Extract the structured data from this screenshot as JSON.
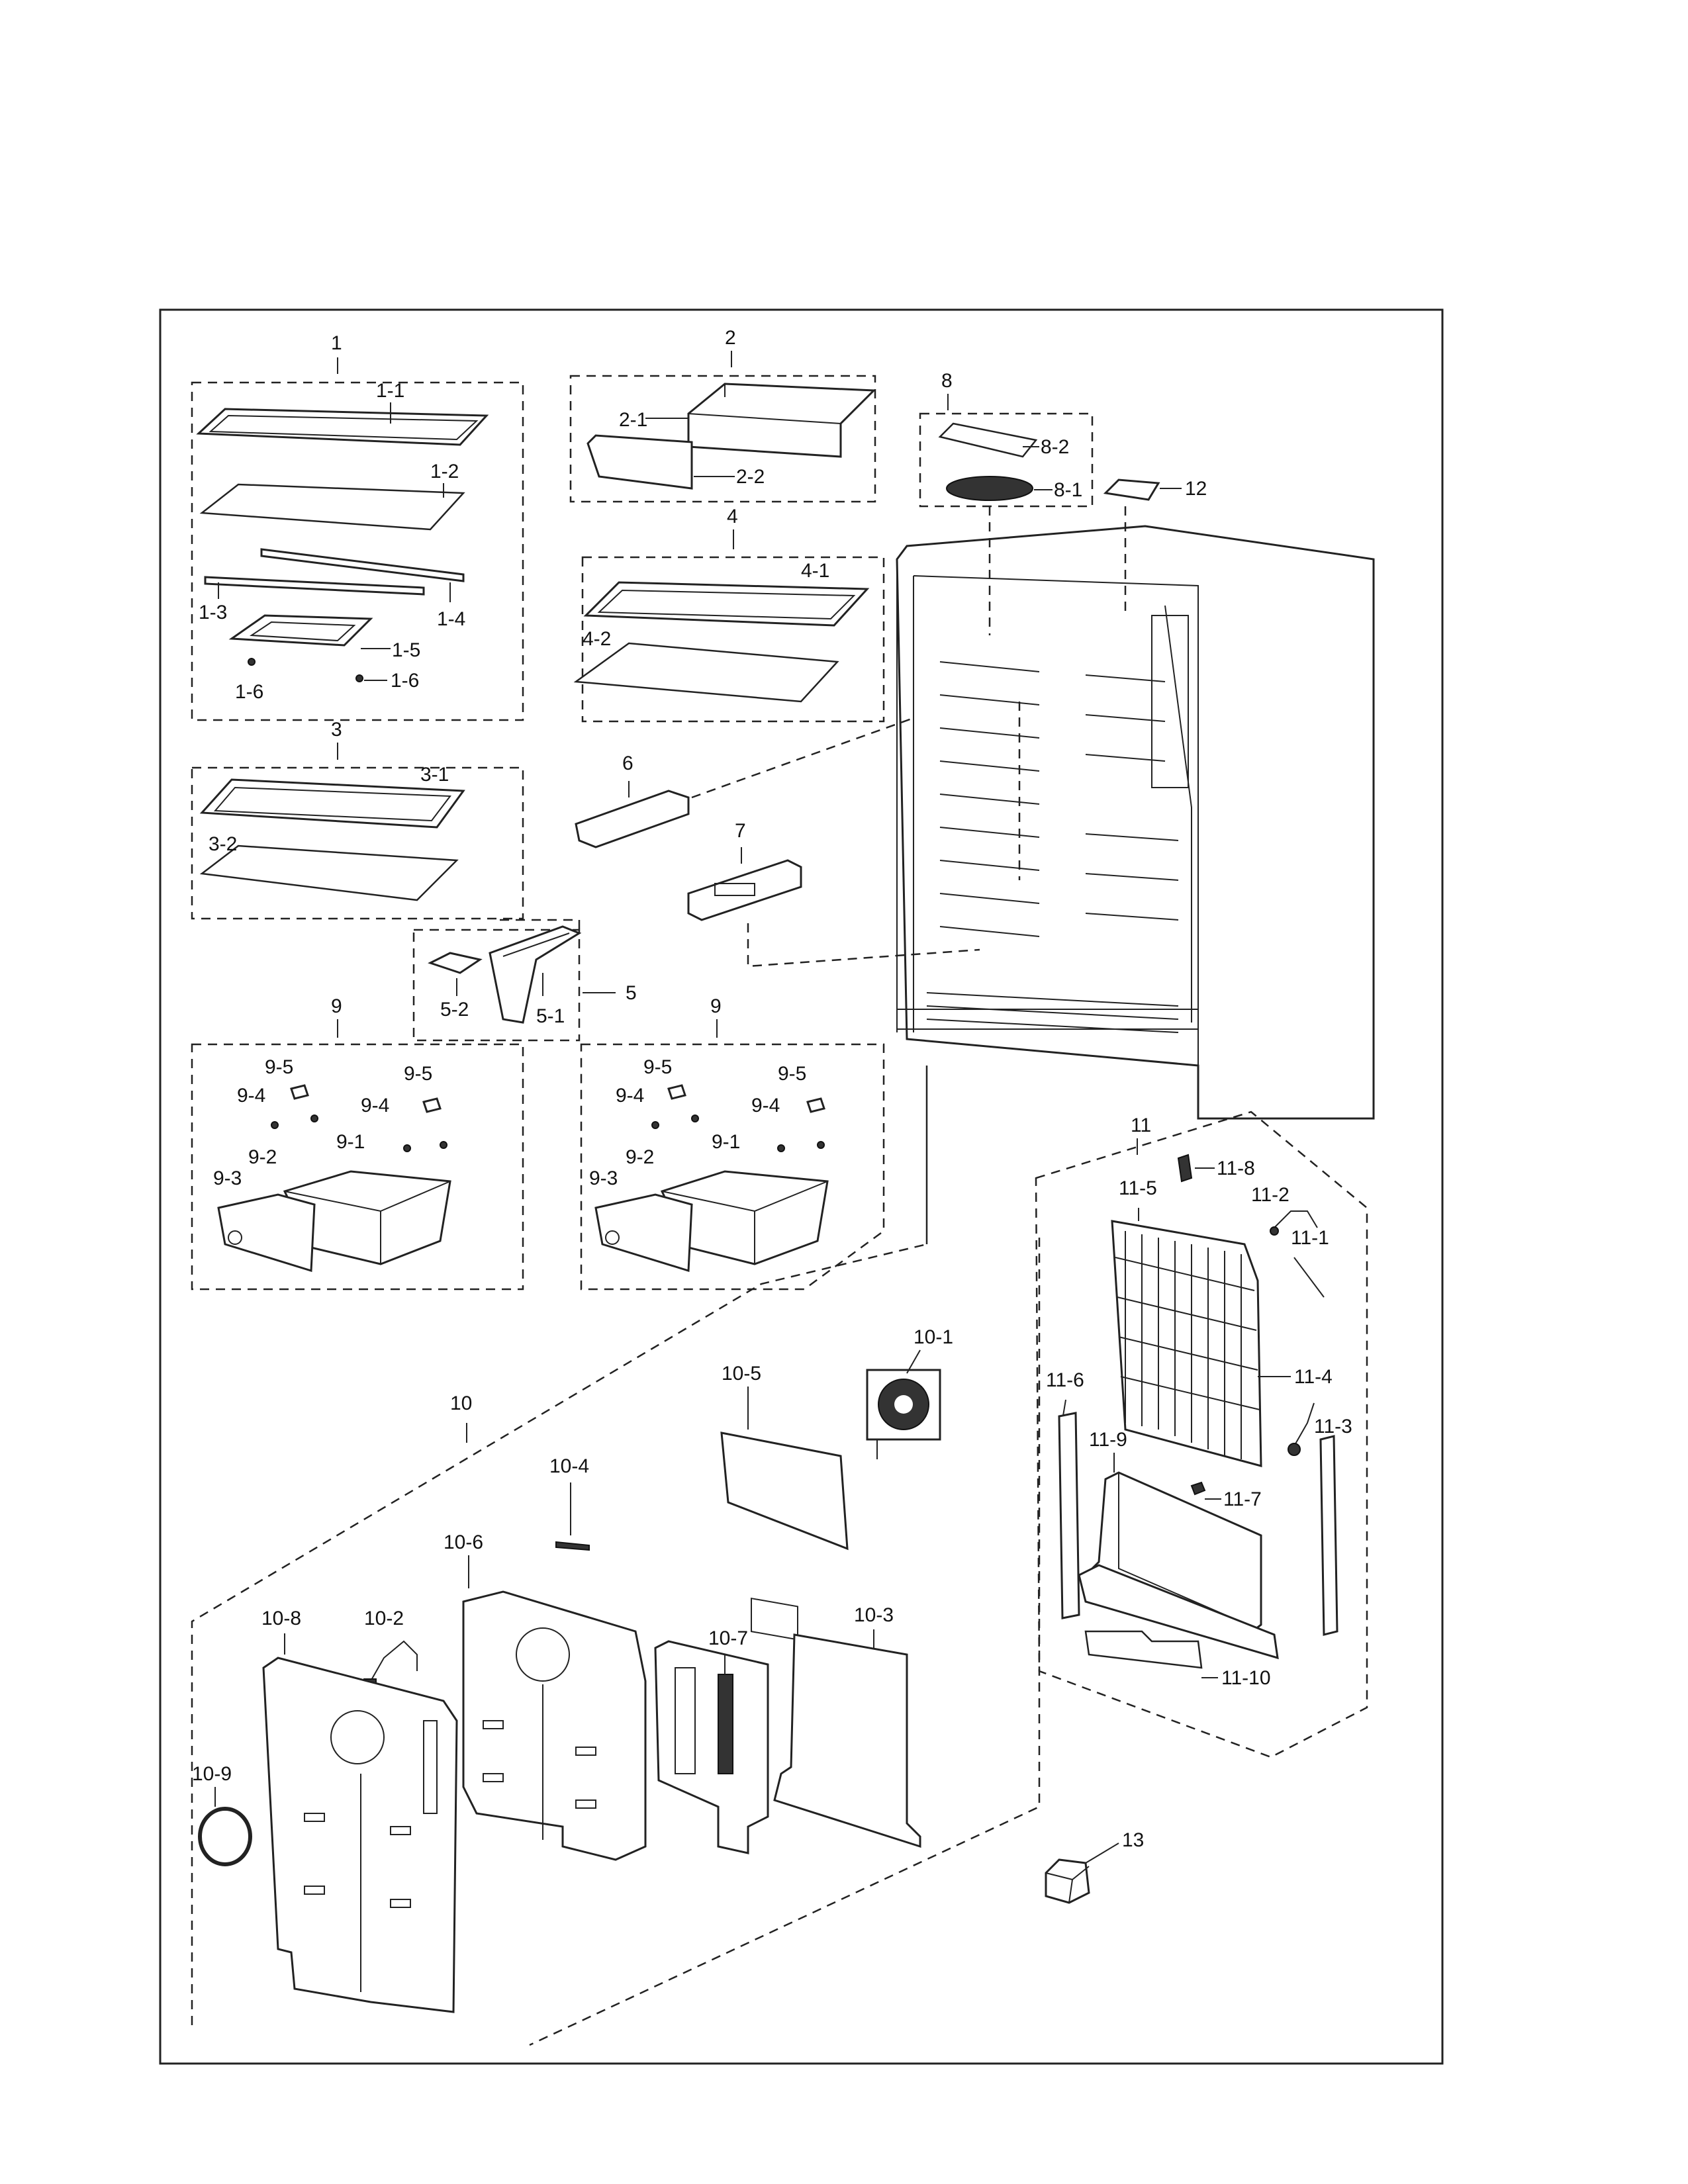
{
  "labels": {
    "g1": "1",
    "g1_1": "1-1",
    "g1_2": "1-2",
    "g1_3": "1-3",
    "g1_4": "1-4",
    "g1_5": "1-5",
    "g1_6a": "1-6",
    "g1_6b": "1-6",
    "g2": "2",
    "g2_1": "2-1",
    "g2_2": "2-2",
    "g3": "3",
    "g3_1": "3-1",
    "g3_2": "3-2",
    "g4": "4",
    "g4_1": "4-1",
    "g4_2": "4-2",
    "g5": "5",
    "g5_1": "5-1",
    "g5_2": "5-2",
    "g6": "6",
    "g7": "7",
    "g8": "8",
    "g8_1": "8-1",
    "g8_2": "8-2",
    "g9a": "9",
    "g9a_1": "9-1",
    "g9a_2": "9-2",
    "g9a_3": "9-3",
    "g9a_4a": "9-4",
    "g9a_4b": "9-4",
    "g9a_5a": "9-5",
    "g9a_5b": "9-5",
    "g9b": "9",
    "g9b_1": "9-1",
    "g9b_2": "9-2",
    "g9b_3": "9-3",
    "g9b_4a": "9-4",
    "g9b_4b": "9-4",
    "g9b_5a": "9-5",
    "g9b_5b": "9-5",
    "g10": "10",
    "g10_1": "10-1",
    "g10_2": "10-2",
    "g10_3": "10-3",
    "g10_4": "10-4",
    "g10_5": "10-5",
    "g10_6": "10-6",
    "g10_7": "10-7",
    "g10_8": "10-8",
    "g10_9": "10-9",
    "g11": "11",
    "g11_1": "11-1",
    "g11_2": "11-2",
    "g11_3": "11-3",
    "g11_4": "11-4",
    "g11_5": "11-5",
    "g11_6": "11-6",
    "g11_7": "11-7",
    "g11_8": "11-8",
    "g11_9": "11-9",
    "g11_10": "11-10",
    "g12": "12",
    "g13": "13"
  }
}
